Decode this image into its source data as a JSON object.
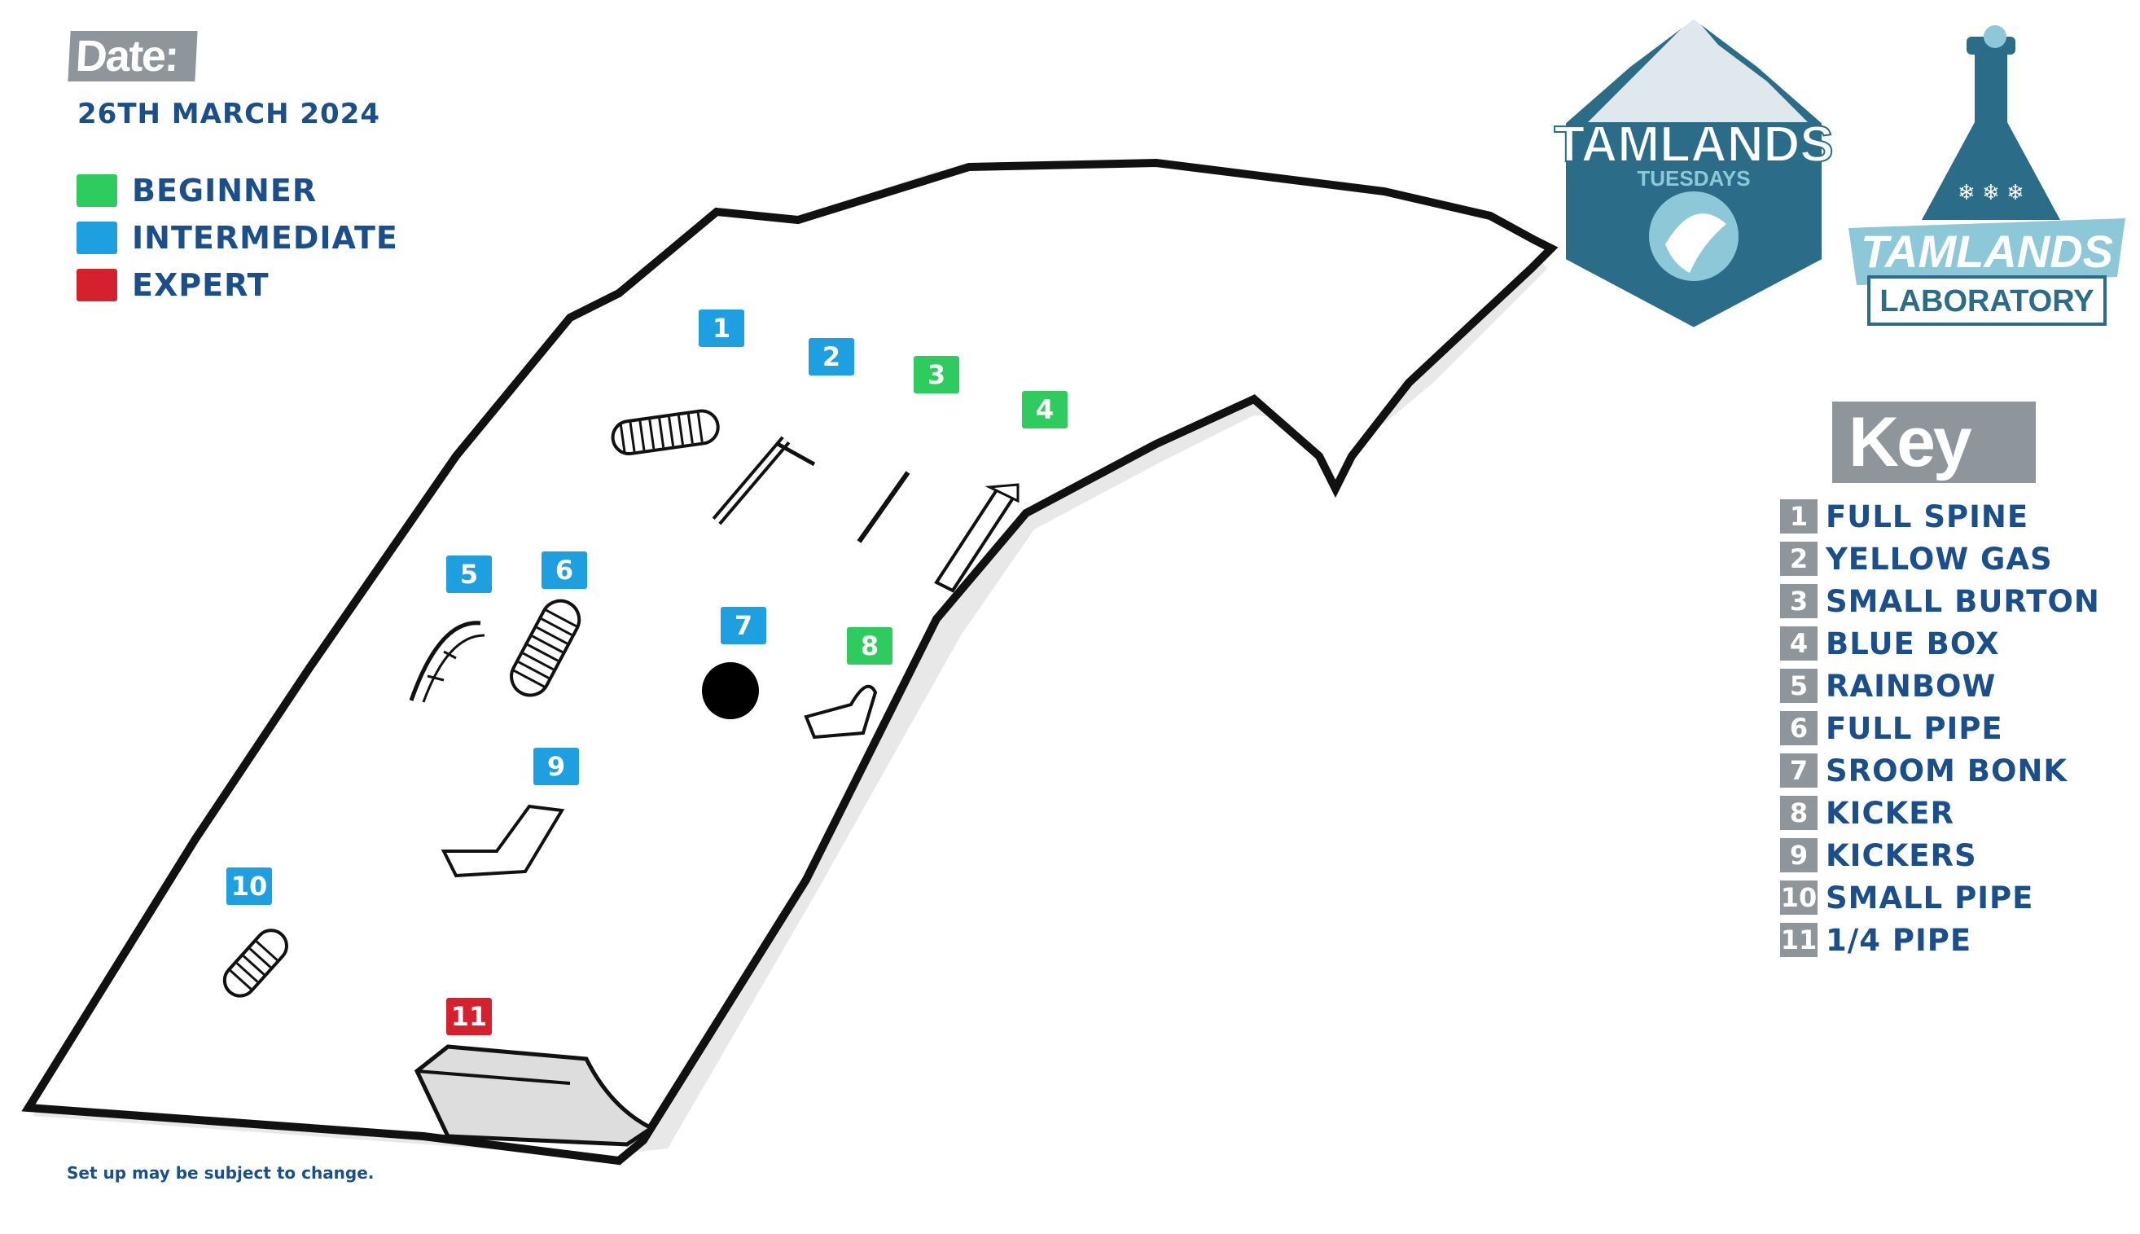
{
  "date": {
    "label": "Date:",
    "value": "26TH MARCH 2024"
  },
  "legend": [
    {
      "label": "BEGINNER",
      "color": "#2ecc5f"
    },
    {
      "label": "INTERMEDIATE",
      "color": "#1e9fe0"
    },
    {
      "label": "EXPERT",
      "color": "#d5202e"
    }
  ],
  "logos": {
    "tuesdays": {
      "line1": "TAMLANDS",
      "line2": "TUESDAYS"
    },
    "laboratory": {
      "line1": "TAMLANDS",
      "line2": "LABORATORY"
    }
  },
  "key": {
    "title": "Key",
    "items": [
      {
        "num": "1",
        "label": "FULL SPINE"
      },
      {
        "num": "2",
        "label": "YELLOW GAS"
      },
      {
        "num": "3",
        "label": "SMALL BURTON"
      },
      {
        "num": "4",
        "label": "BLUE BOX"
      },
      {
        "num": "5",
        "label": "RAINBOW"
      },
      {
        "num": "6",
        "label": "FULL PIPE"
      },
      {
        "num": "7",
        "label": "SROOM BONK"
      },
      {
        "num": "8",
        "label": "KICKER"
      },
      {
        "num": "9",
        "label": "KICKERS"
      },
      {
        "num": "10",
        "label": "SMALL PIPE"
      },
      {
        "num": "11",
        "label": "1/4 PIPE"
      }
    ]
  },
  "markers": [
    {
      "num": "1",
      "level": "intermediate"
    },
    {
      "num": "2",
      "level": "intermediate"
    },
    {
      "num": "3",
      "level": "beginner"
    },
    {
      "num": "4",
      "level": "beginner"
    },
    {
      "num": "5",
      "level": "intermediate"
    },
    {
      "num": "6",
      "level": "intermediate"
    },
    {
      "num": "7",
      "level": "intermediate"
    },
    {
      "num": "8",
      "level": "beginner"
    },
    {
      "num": "9",
      "level": "intermediate"
    },
    {
      "num": "10",
      "level": "intermediate"
    },
    {
      "num": "11",
      "level": "expert"
    }
  ],
  "note": "Set up may be subject to change.",
  "colors": {
    "text": "#1a4f8b",
    "tag": "#8e969c",
    "logo_teal": "#2b6d88",
    "logo_light": "#8cc8d8"
  }
}
